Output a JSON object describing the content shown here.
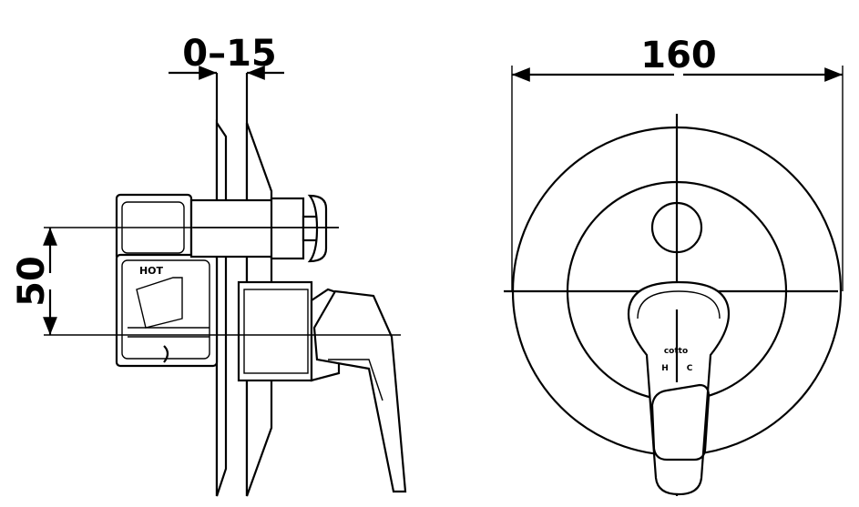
{
  "dimensions": {
    "wall_depth": "0–15",
    "inlet_spacing": "50",
    "cover_diameter": "160"
  },
  "labels": {
    "hot_marking": "HOT",
    "brand_logo": "cotto",
    "hot_symbol": "H",
    "cold_symbol": "C"
  }
}
